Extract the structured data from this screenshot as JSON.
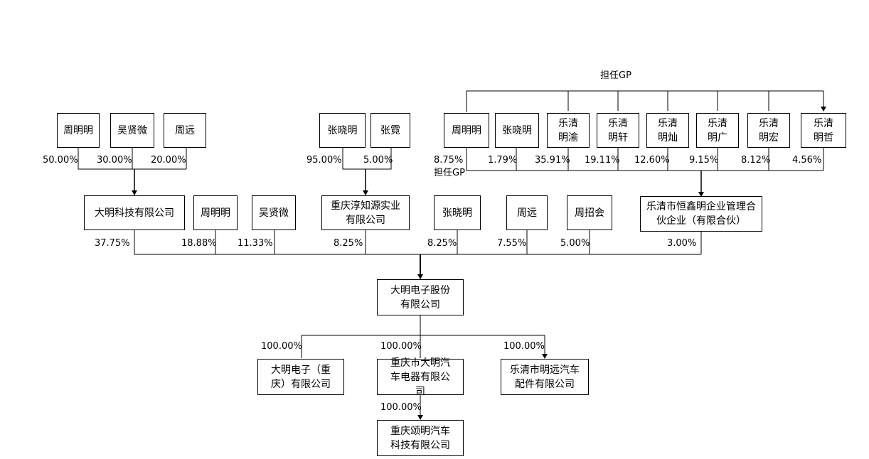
{
  "gp_top_label": "担任GP",
  "gp_side_label": "担任GP",
  "top_left_holders": [
    {
      "name": "周明明",
      "pct": "50.00%"
    },
    {
      "name": "吴贤微",
      "pct": "30.00%"
    },
    {
      "name": "周远",
      "pct": "20.00%"
    }
  ],
  "top_mid_holders": [
    {
      "name": "张晓明",
      "pct": "95.00%"
    },
    {
      "name": "张霓",
      "pct": "5.00%"
    }
  ],
  "partnership_holders": [
    {
      "name": "周明明",
      "pct": "8.75%"
    },
    {
      "name": "张晓明",
      "pct": "1.79%"
    },
    {
      "name": "乐清明渝",
      "pct": "35.91%"
    },
    {
      "name": "乐清明轩",
      "pct": "19.11%"
    },
    {
      "name": "乐清明灿",
      "pct": "12.60%"
    },
    {
      "name": "乐清明广",
      "pct": "9.15%"
    },
    {
      "name": "乐清明宏",
      "pct": "8.12%"
    },
    {
      "name": "乐清明哲",
      "pct": "4.56%"
    }
  ],
  "mid_shareholders": [
    {
      "name": "大明科技有限公司",
      "pct": "37.75%"
    },
    {
      "name": "周明明",
      "pct": "18.88%"
    },
    {
      "name": "吴贤微",
      "pct": "11.33%"
    },
    {
      "name": "重庆淳知源实业有限公司",
      "pct": "8.25%"
    },
    {
      "name": "张晓明",
      "pct": "8.25%"
    },
    {
      "name": "周远",
      "pct": "7.55%"
    },
    {
      "name": "周招会",
      "pct": "5.00%"
    },
    {
      "name": "乐清市恒鑫明企业管理合伙企业（有限合伙）",
      "pct": "3.00%"
    }
  ],
  "company": "大明电子股份有限公司",
  "subsidiaries": [
    {
      "name": "大明电子（重庆）有限公司",
      "pct": "100.00%"
    },
    {
      "name": "重庆市大明汽车电器有限公司",
      "pct": "100.00%"
    },
    {
      "name": "乐清市明远汽车配件有限公司",
      "pct": "100.00%"
    }
  ],
  "grand_subsidiary": {
    "name": "重庆颂明汽车科技有限公司",
    "pct": "100.00%"
  }
}
